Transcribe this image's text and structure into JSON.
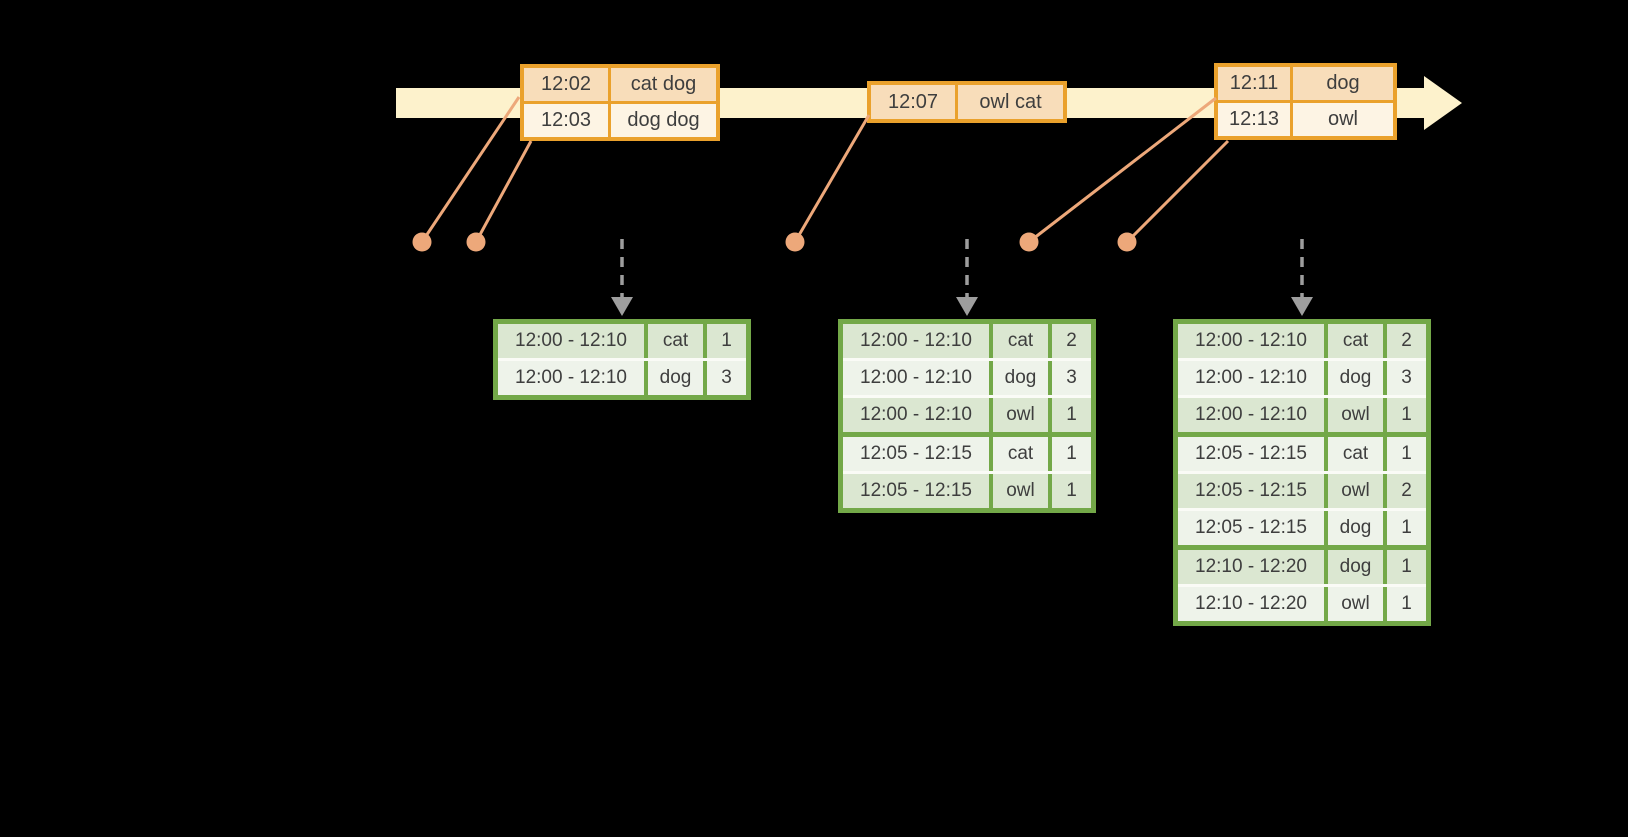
{
  "stream": {
    "boxes": [
      {
        "rows": [
          {
            "time": "12:02",
            "words": "cat dog"
          },
          {
            "time": "12:03",
            "words": "dog dog"
          }
        ]
      },
      {
        "rows": [
          {
            "time": "12:07",
            "words": "owl cat"
          }
        ]
      },
      {
        "rows": [
          {
            "time": "12:11",
            "words": "dog"
          },
          {
            "time": "12:13",
            "words": "owl"
          }
        ]
      }
    ]
  },
  "results": [
    {
      "groups": [
        {
          "rows": [
            {
              "window": "12:00 - 12:10",
              "word": "cat",
              "count": "1"
            },
            {
              "window": "12:00 - 12:10",
              "word": "dog",
              "count": "3"
            }
          ]
        }
      ]
    },
    {
      "groups": [
        {
          "rows": [
            {
              "window": "12:00 - 12:10",
              "word": "cat",
              "count": "2"
            },
            {
              "window": "12:00 - 12:10",
              "word": "dog",
              "count": "3"
            },
            {
              "window": "12:00 - 12:10",
              "word": "owl",
              "count": "1"
            }
          ]
        },
        {
          "rows": [
            {
              "window": "12:05 - 12:15",
              "word": "cat",
              "count": "1"
            },
            {
              "window": "12:05 - 12:15",
              "word": "owl",
              "count": "1"
            }
          ]
        }
      ]
    },
    {
      "groups": [
        {
          "rows": [
            {
              "window": "12:00 - 12:10",
              "word": "cat",
              "count": "2"
            },
            {
              "window": "12:00 - 12:10",
              "word": "dog",
              "count": "3"
            },
            {
              "window": "12:00 - 12:10",
              "word": "owl",
              "count": "1"
            }
          ]
        },
        {
          "rows": [
            {
              "window": "12:05 - 12:15",
              "word": "cat",
              "count": "1"
            },
            {
              "window": "12:05 - 12:15",
              "word": "owl",
              "count": "2"
            },
            {
              "window": "12:05 - 12:15",
              "word": "dog",
              "count": "1"
            }
          ]
        },
        {
          "rows": [
            {
              "window": "12:10 - 12:20",
              "word": "dog",
              "count": "1"
            },
            {
              "window": "12:10 - 12:20",
              "word": "owl",
              "count": "1"
            }
          ]
        }
      ]
    }
  ],
  "colors": {
    "background": "#000000",
    "timeline_band": "#fdf2cc",
    "event_box_border": "#eaa12c",
    "event_row_dark": "#f8ddba",
    "event_row_light": "#fdf4e4",
    "connector": "#eda87a",
    "trigger_arrow": "#9e9e9e",
    "table_border": "#73a848",
    "table_row_dark": "#dbe7d1",
    "table_row_light": "#eef3ea",
    "text": "#3e3e3e"
  }
}
